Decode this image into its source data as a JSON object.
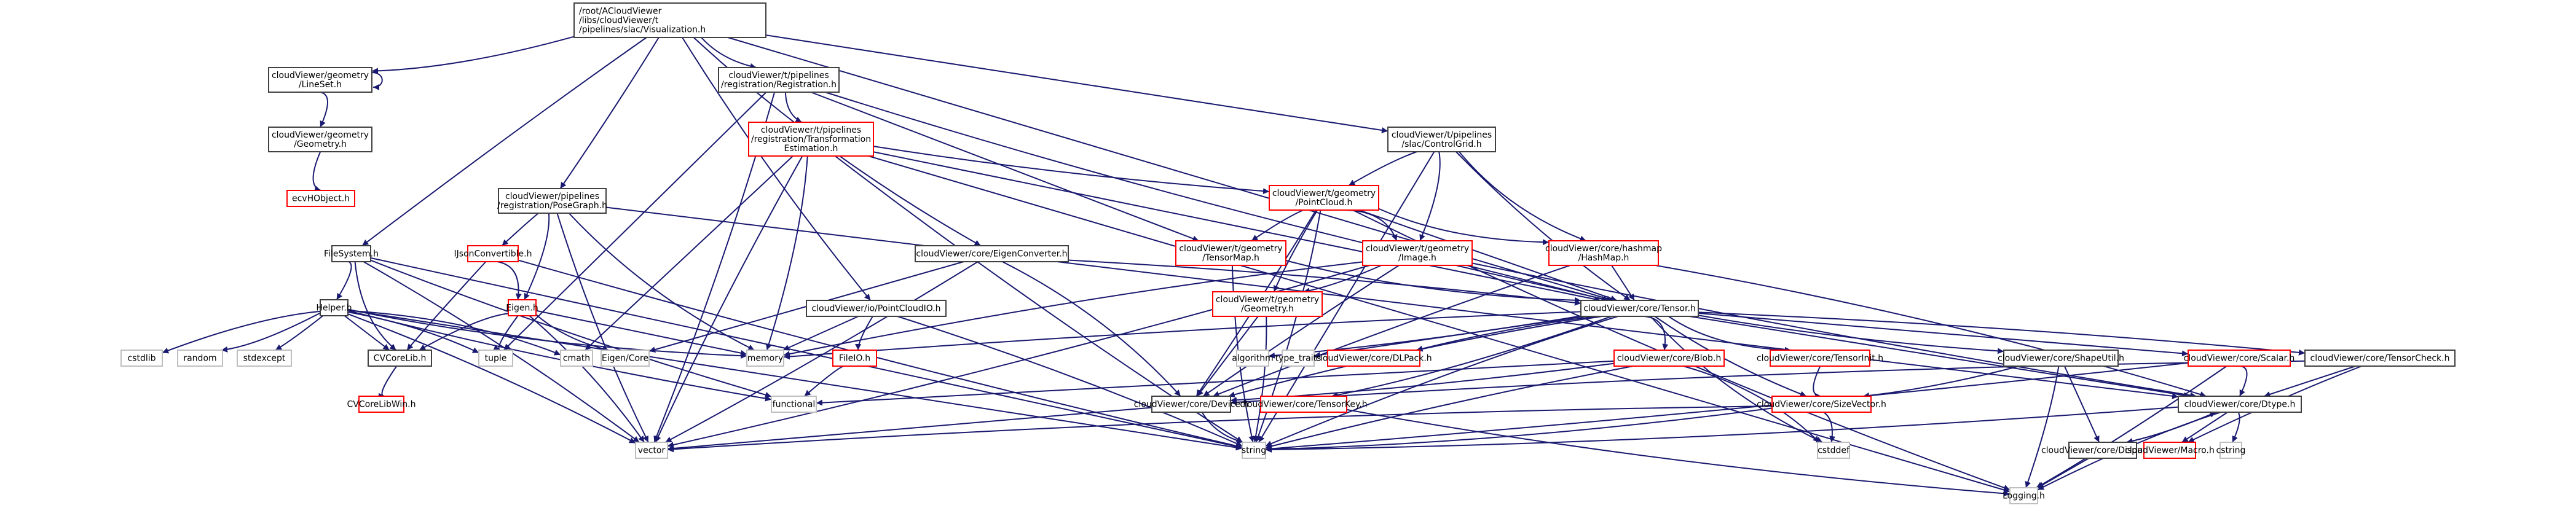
{
  "graph": {
    "type": "include-dependency-graph",
    "edge_color": "#191970",
    "border_colors": {
      "root": "#404040",
      "documented": "#404040",
      "undocumented": "#ff0000",
      "system": "#bfbfbf"
    },
    "root_fill": "#bfbfbf",
    "nodes": [
      {
        "id": "root",
        "kind": "root",
        "lines": [
          "/root/ACloudViewer",
          "/libs/cloudViewer/t",
          "/pipelines/slac/Visualization.h"
        ]
      },
      {
        "id": "lineset",
        "kind": "documented",
        "lines": [
          "cloudViewer/geometry",
          "/LineSet.h"
        ]
      },
      {
        "id": "geometry",
        "kind": "documented",
        "lines": [
          "cloudViewer/geometry",
          "/Geometry.h"
        ]
      },
      {
        "id": "ecvhobject",
        "kind": "undocumented",
        "lines": [
          "ecvHObject.h"
        ]
      },
      {
        "id": "registration",
        "kind": "documented",
        "lines": [
          "cloudViewer/t/pipelines",
          "/registration/Registration.h"
        ]
      },
      {
        "id": "transest",
        "kind": "undocumented",
        "lines": [
          "cloudViewer/t/pipelines",
          "/registration/Transformation",
          "Estimation.h"
        ]
      },
      {
        "id": "controlgrid",
        "kind": "documented",
        "lines": [
          "cloudViewer/t/pipelines",
          "/slac/ControlGrid.h"
        ]
      },
      {
        "id": "posegraph",
        "kind": "documented",
        "lines": [
          "cloudViewer/pipelines",
          "/registration/PoseGraph.h"
        ]
      },
      {
        "id": "pointcloud",
        "kind": "undocumented",
        "lines": [
          "cloudViewer/t/geometry",
          "/PointCloud.h"
        ]
      },
      {
        "id": "tensormap",
        "kind": "undocumented",
        "lines": [
          "cloudViewer/t/geometry",
          "/TensorMap.h"
        ]
      },
      {
        "id": "image",
        "kind": "undocumented",
        "lines": [
          "cloudViewer/t/geometry",
          "/Image.h"
        ]
      },
      {
        "id": "hashmap",
        "kind": "undocumented",
        "lines": [
          "cloudViewer/core/hashmap",
          "/HashMap.h"
        ]
      },
      {
        "id": "filesystem",
        "kind": "documented",
        "lines": [
          "FileSystem.h"
        ]
      },
      {
        "id": "ijson",
        "kind": "undocumented",
        "lines": [
          "IJsonConvertible.h"
        ]
      },
      {
        "id": "eigenconv",
        "kind": "documented",
        "lines": [
          "cloudViewer/core/EigenConverter.h"
        ]
      },
      {
        "id": "tgeometry",
        "kind": "undocumented",
        "lines": [
          "cloudViewer/t/geometry",
          "/Geometry.h"
        ]
      },
      {
        "id": "tensor",
        "kind": "documented",
        "lines": [
          "cloudViewer/core/Tensor.h"
        ]
      },
      {
        "id": "pcio",
        "kind": "documented",
        "lines": [
          "cloudViewer/io/PointCloudIO.h"
        ]
      },
      {
        "id": "helper",
        "kind": "documented",
        "lines": [
          "Helper.h"
        ]
      },
      {
        "id": "eigen",
        "kind": "undocumented",
        "lines": [
          "Eigen.h"
        ]
      },
      {
        "id": "fileio",
        "kind": "undocumented",
        "lines": [
          "FileIO.h"
        ]
      },
      {
        "id": "cstdlib",
        "kind": "system",
        "lines": [
          "cstdlib"
        ]
      },
      {
        "id": "random",
        "kind": "system",
        "lines": [
          "random"
        ]
      },
      {
        "id": "stdexcept",
        "kind": "system",
        "lines": [
          "stdexcept"
        ]
      },
      {
        "id": "cvcorelib",
        "kind": "documented",
        "lines": [
          "CVCoreLib.h"
        ]
      },
      {
        "id": "tuple",
        "kind": "system",
        "lines": [
          "tuple"
        ]
      },
      {
        "id": "cmath",
        "kind": "system",
        "lines": [
          "cmath"
        ]
      },
      {
        "id": "eigencore",
        "kind": "system",
        "lines": [
          "Eigen/Core"
        ]
      },
      {
        "id": "memory",
        "kind": "system",
        "lines": [
          "memory"
        ]
      },
      {
        "id": "algorithm",
        "kind": "system",
        "lines": [
          "algorithm"
        ]
      },
      {
        "id": "typetraits",
        "kind": "system",
        "lines": [
          "type_traits"
        ]
      },
      {
        "id": "dlpack",
        "kind": "undocumented",
        "lines": [
          "cloudViewer/core/DLPack.h"
        ]
      },
      {
        "id": "blob",
        "kind": "undocumented",
        "lines": [
          "cloudViewer/core/Blob.h"
        ]
      },
      {
        "id": "tensorinit",
        "kind": "undocumented",
        "lines": [
          "cloudViewer/core/TensorInit.h"
        ]
      },
      {
        "id": "shapeutil",
        "kind": "documented",
        "lines": [
          "cloudViewer/core/ShapeUtil.h"
        ]
      },
      {
        "id": "scalar",
        "kind": "undocumented",
        "lines": [
          "cloudViewer/core/Scalar.h"
        ]
      },
      {
        "id": "tensorcheck",
        "kind": "documented",
        "lines": [
          "cloudViewer/core/TensorCheck.h"
        ]
      },
      {
        "id": "cvcorelibwin",
        "kind": "undocumented",
        "lines": [
          "CVCoreLibWin.h"
        ]
      },
      {
        "id": "functional",
        "kind": "system",
        "lines": [
          "functional"
        ]
      },
      {
        "id": "device",
        "kind": "documented",
        "lines": [
          "cloudViewer/core/Device.h"
        ]
      },
      {
        "id": "tensorkey",
        "kind": "undocumented",
        "lines": [
          "cloudViewer/core/TensorKey.h"
        ]
      },
      {
        "id": "sizevector",
        "kind": "undocumented",
        "lines": [
          "cloudViewer/core/SizeVector.h"
        ]
      },
      {
        "id": "dtype",
        "kind": "documented",
        "lines": [
          "cloudViewer/core/Dtype.h"
        ]
      },
      {
        "id": "vector",
        "kind": "system",
        "lines": [
          "vector"
        ]
      },
      {
        "id": "string",
        "kind": "system",
        "lines": [
          "string"
        ]
      },
      {
        "id": "cstddef",
        "kind": "system",
        "lines": [
          "cstddef"
        ]
      },
      {
        "id": "dispatch",
        "kind": "documented",
        "lines": [
          "cloudViewer/core/Dispatch.h"
        ]
      },
      {
        "id": "macro",
        "kind": "undocumented",
        "lines": [
          "cloudViewer/Macro.h"
        ]
      },
      {
        "id": "cstring",
        "kind": "system",
        "lines": [
          "cstring"
        ]
      },
      {
        "id": "logging",
        "kind": "system",
        "lines": [
          "Logging.h"
        ]
      }
    ],
    "edges": [
      [
        "root",
        "lineset"
      ],
      [
        "root",
        "registration"
      ],
      [
        "root",
        "controlgrid"
      ],
      [
        "root",
        "posegraph"
      ],
      [
        "root",
        "filesystem"
      ],
      [
        "root",
        "eigenconv"
      ],
      [
        "root",
        "pcio"
      ],
      [
        "root",
        "tensor"
      ],
      [
        "lineset",
        "lineset"
      ],
      [
        "lineset",
        "geometry"
      ],
      [
        "geometry",
        "ecvhobject"
      ],
      [
        "registration",
        "transest"
      ],
      [
        "registration",
        "tensormap"
      ],
      [
        "registration",
        "tuple"
      ],
      [
        "registration",
        "vector"
      ],
      [
        "registration",
        "tensor"
      ],
      [
        "transest",
        "pointcloud"
      ],
      [
        "transest",
        "tensor"
      ],
      [
        "transest",
        "cmath"
      ],
      [
        "transest",
        "memory"
      ],
      [
        "transest",
        "vector"
      ],
      [
        "transest",
        "string"
      ],
      [
        "transest",
        "logging"
      ],
      [
        "controlgrid",
        "pointcloud"
      ],
      [
        "controlgrid",
        "image"
      ],
      [
        "controlgrid",
        "hashmap"
      ],
      [
        "controlgrid",
        "tensor"
      ],
      [
        "controlgrid",
        "string"
      ],
      [
        "posegraph",
        "ijson"
      ],
      [
        "posegraph",
        "eigen"
      ],
      [
        "posegraph",
        "memory"
      ],
      [
        "posegraph",
        "vector"
      ],
      [
        "posegraph",
        "dtype"
      ],
      [
        "pointcloud",
        "tensormap"
      ],
      [
        "pointcloud",
        "image"
      ],
      [
        "pointcloud",
        "hashmap"
      ],
      [
        "pointcloud",
        "tgeometry"
      ],
      [
        "pointcloud",
        "tensor"
      ],
      [
        "pointcloud",
        "device"
      ],
      [
        "pointcloud",
        "string"
      ],
      [
        "pointcloud",
        "logging"
      ],
      [
        "image",
        "tgeometry"
      ],
      [
        "image",
        "tensor"
      ],
      [
        "image",
        "device"
      ],
      [
        "image",
        "memory"
      ],
      [
        "image",
        "vector"
      ],
      [
        "image",
        "dtype"
      ],
      [
        "hashmap",
        "tensor"
      ],
      [
        "hashmap",
        "device"
      ],
      [
        "hashmap",
        "dtype"
      ],
      [
        "tensormap",
        "tensor"
      ],
      [
        "tensormap",
        "string"
      ],
      [
        "tgeometry",
        "device"
      ],
      [
        "tgeometry",
        "string"
      ],
      [
        "filesystem",
        "helper"
      ],
      [
        "filesystem",
        "cvcorelib"
      ],
      [
        "filesystem",
        "functional"
      ],
      [
        "filesystem",
        "string"
      ],
      [
        "filesystem",
        "vector"
      ],
      [
        "ijson",
        "eigen"
      ],
      [
        "ijson",
        "cvcorelib"
      ],
      [
        "ijson",
        "string"
      ],
      [
        "eigenconv",
        "eigencore"
      ],
      [
        "eigenconv",
        "tensor"
      ],
      [
        "eigenconv",
        "device"
      ],
      [
        "eigenconv",
        "vector"
      ],
      [
        "pcio",
        "fileio"
      ],
      [
        "pcio",
        "memory"
      ],
      [
        "pcio",
        "string"
      ],
      [
        "helper",
        "cstdlib"
      ],
      [
        "helper",
        "random"
      ],
      [
        "helper",
        "stdexcept"
      ],
      [
        "helper",
        "cvcorelib"
      ],
      [
        "helper",
        "tuple"
      ],
      [
        "helper",
        "cmath"
      ],
      [
        "helper",
        "memory"
      ],
      [
        "helper",
        "functional"
      ],
      [
        "helper",
        "string"
      ],
      [
        "helper",
        "vector"
      ],
      [
        "eigen",
        "cvcorelib"
      ],
      [
        "eigen",
        "tuple"
      ],
      [
        "eigen",
        "eigencore"
      ],
      [
        "eigen",
        "memory"
      ],
      [
        "eigen",
        "vector"
      ],
      [
        "fileio",
        "functional"
      ],
      [
        "cvcorelib",
        "cvcorelibwin"
      ],
      [
        "tensor",
        "algorithm"
      ],
      [
        "tensor",
        "typetraits"
      ],
      [
        "tensor",
        "dlpack"
      ],
      [
        "tensor",
        "blob"
      ],
      [
        "tensor",
        "tensorinit"
      ],
      [
        "tensor",
        "shapeutil"
      ],
      [
        "tensor",
        "scalar"
      ],
      [
        "tensor",
        "tensorcheck"
      ],
      [
        "tensor",
        "device"
      ],
      [
        "tensor",
        "tensorkey"
      ],
      [
        "tensor",
        "sizevector"
      ],
      [
        "tensor",
        "dtype"
      ],
      [
        "tensor",
        "memory"
      ],
      [
        "tensor",
        "string"
      ],
      [
        "tensor",
        "cstddef"
      ],
      [
        "blob",
        "device"
      ],
      [
        "blob",
        "functional"
      ],
      [
        "blob",
        "string"
      ],
      [
        "blob",
        "cstddef"
      ],
      [
        "tensorinit",
        "sizevector"
      ],
      [
        "shapeutil",
        "sizevector"
      ],
      [
        "shapeutil",
        "dispatch"
      ],
      [
        "shapeutil",
        "logging"
      ],
      [
        "scalar",
        "dtype"
      ],
      [
        "scalar",
        "logging"
      ],
      [
        "scalar",
        "string"
      ],
      [
        "tensorcheck",
        "dtype"
      ],
      [
        "tensorcheck",
        "macro"
      ],
      [
        "tensorcheck",
        "device"
      ],
      [
        "tensorkey",
        "logging"
      ],
      [
        "device",
        "string"
      ],
      [
        "device",
        "vector"
      ],
      [
        "sizevector",
        "cstddef"
      ],
      [
        "sizevector",
        "vector"
      ],
      [
        "sizevector",
        "string"
      ],
      [
        "dtype",
        "dispatch"
      ],
      [
        "dtype",
        "macro"
      ],
      [
        "dtype",
        "cstring"
      ],
      [
        "dtype",
        "logging"
      ],
      [
        "dtype",
        "string"
      ],
      [
        "dispatch",
        "dtype"
      ],
      [
        "dispatch",
        "logging"
      ]
    ]
  }
}
